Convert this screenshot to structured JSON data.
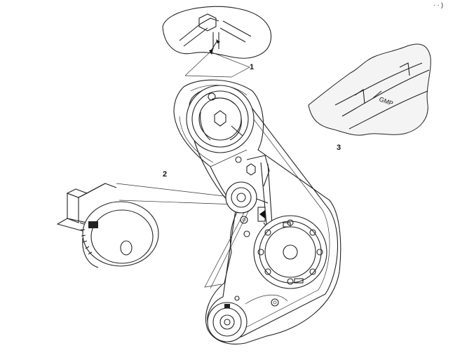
{
  "callouts": {
    "one": "1",
    "two": "2",
    "three": "3"
  },
  "labels": {
    "timing_mark": "GMP"
  },
  "top_right_fragment": "·  ·  )"
}
